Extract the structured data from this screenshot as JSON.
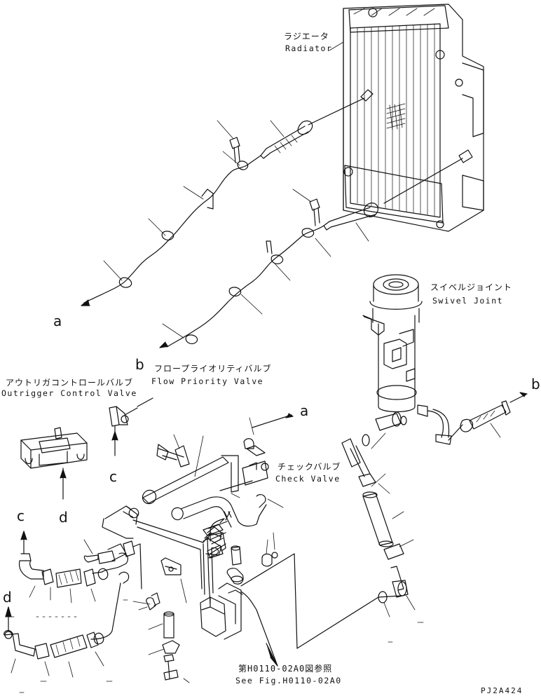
{
  "labels": {
    "radiator_jp": "ラジエータ",
    "radiator_en": "Radiator",
    "swivel_jp": "スイベルジョイント",
    "swivel_en": "Swivel Joint",
    "flow_priority_jp": "フロープライオリティバルブ",
    "flow_priority_en": "Flow Priority Valve",
    "outrigger_jp": "アウトリガコントロールバルブ",
    "outrigger_en": "Outrigger Control Valve",
    "check_valve_jp": "チェックバルブ",
    "check_valve_en": "Check Valve",
    "see_fig_jp": "第H0110-02A0図参照",
    "see_fig_en": "See Fig.H0110-02A0",
    "drawing_code": "PJ2A424"
  },
  "connection_letters": {
    "a": "a",
    "b": "b",
    "c": "c",
    "d": "d"
  }
}
